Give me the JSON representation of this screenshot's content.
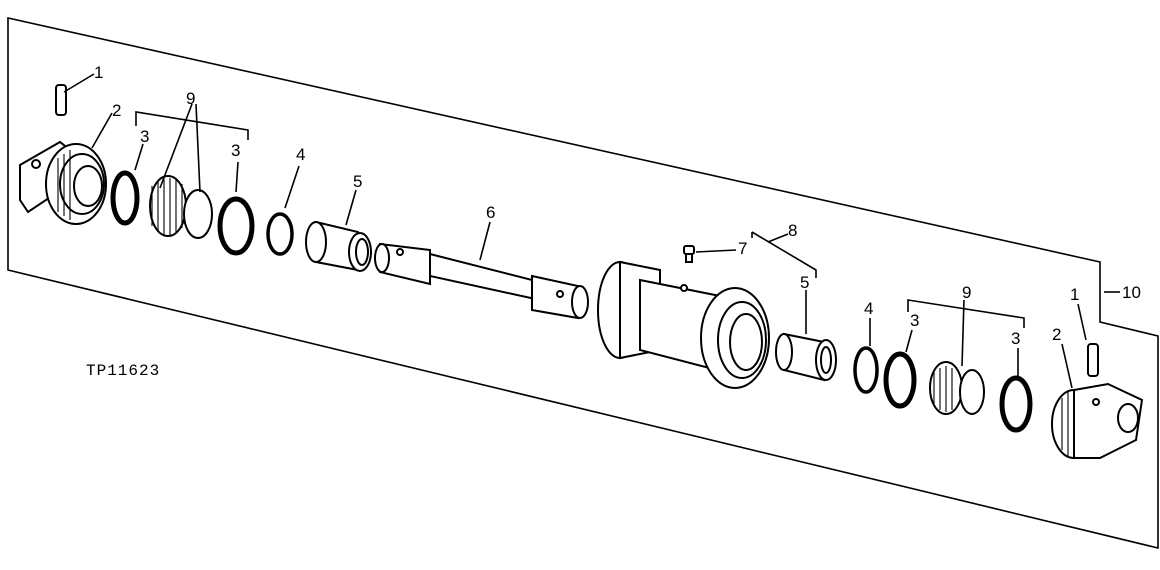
{
  "figure": {
    "code": "TP11623",
    "labels": {
      "pin_left": "1",
      "pin_right": "1",
      "collar_left": "2",
      "collar_right": "2",
      "ring3_a": "3",
      "ring3_b": "3",
      "ring3_c": "3",
      "ring3_d": "3",
      "ring4_left": "4",
      "ring4_right": "4",
      "bushing_left": "5",
      "bushing_right": "5",
      "shaft": "6",
      "plug": "7",
      "roller_group": "8",
      "seal_left": "9",
      "seal_right": "9",
      "assembly": "10"
    }
  }
}
